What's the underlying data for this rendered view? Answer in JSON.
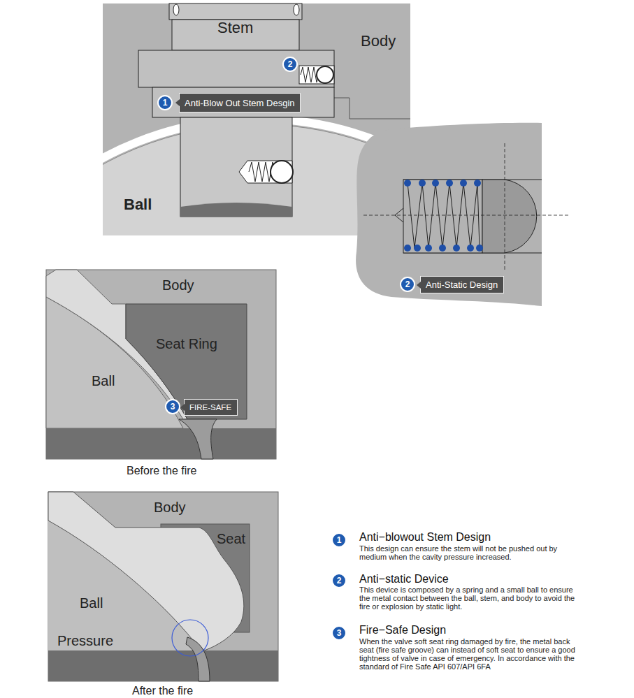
{
  "diagram": {
    "nodes": [
      {
        "text": [
          "Anti-Blow Out Stem Desgin"
        ]
      },
      {
        "text": [
          "Anti-Static Design"
        ]
      },
      {
        "text": [
          "FIRE-SAFE"
        ]
      }
    ],
    "labels": [
      "Stem",
      "Body",
      "2",
      "1",
      "Ball",
      "2",
      "Body",
      "Seat Ring",
      "Ball",
      "3",
      "Before the fire",
      "Body",
      "Seat",
      "Ball",
      "Pressure",
      "After the fire",
      "1",
      "Anti−blowout Stem Design",
      "This design can ensure the stem will not be pushed out by medium when the cavity pressure increased.",
      "2",
      "Anti−static Device",
      "This device is composed by a spring and a small ball to ensure the metal contact between the ball, stem, and body to avoid the fire or explosion by static light.",
      "3",
      "Fire−Safe Design",
      "When the valve soft seat ring damaged by fire, the metal back seat (fire safe groove) can instead of soft seat to ensure a good tightness of valve in case of emergency. In accordance with the standard of Fire Safe API 607/API 6FA"
    ]
  }
}
